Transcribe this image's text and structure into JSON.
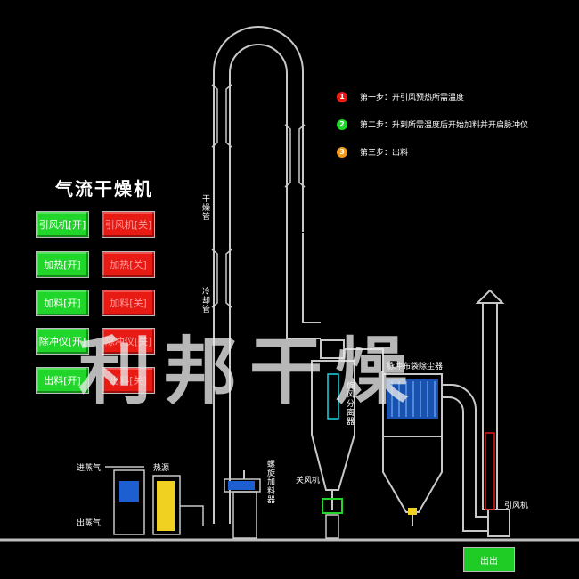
{
  "panel": {
    "title": "气流干燥机",
    "left_buttons": [
      "引风机[开]",
      "加热[开]",
      "加料[开]",
      "除冲仪[开]",
      "出料[开]"
    ],
    "right_buttons": [
      "引风机[关]",
      "加热[关]",
      "加料[关]",
      "除冲仪[关]",
      "出料[关]"
    ]
  },
  "steps": [
    {
      "num": "1",
      "text": "第一步：开引风预热所需温度",
      "color": "#e81a14"
    },
    {
      "num": "2",
      "text": "第二步：升到所需温度后开始加料并开启脉冲仪",
      "color": "#21d62a"
    },
    {
      "num": "3",
      "text": "第三步：出料",
      "color": "#f39a1a"
    }
  ],
  "labels": {
    "dry_pipe": "干燥管",
    "cool_pipe": "冷却管",
    "steam_in": "进蒸气",
    "steam_out": "出蒸气",
    "heat_source": "热源",
    "screw_feeder": "螺旋加料器",
    "cyclone": "旋风分离器",
    "air_lock": "关风机",
    "bag_filter": "脉冲布袋除尘器",
    "fan": "引风机"
  },
  "output_button": "出出",
  "watermark": "利邦干燥"
}
